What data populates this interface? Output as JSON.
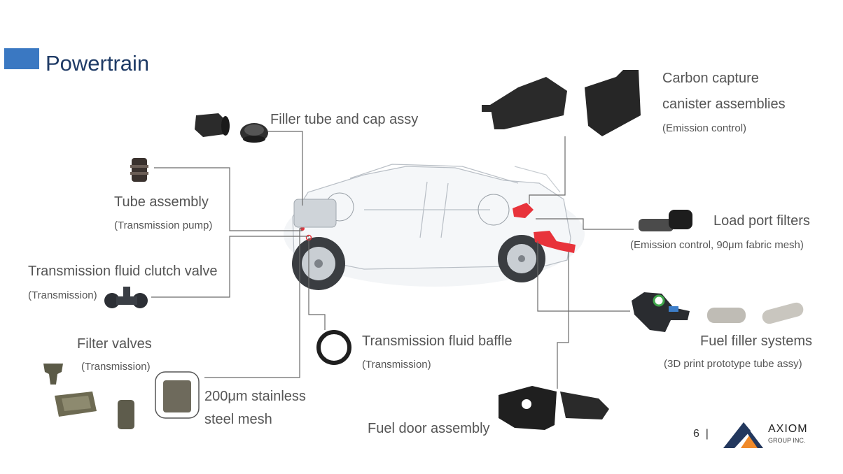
{
  "slide": {
    "title": "Powertrain",
    "page_number": "6",
    "page_separator": "|",
    "brand_name": "AXIOM",
    "brand_tagline": "GROUP INC.",
    "accent_color": "#3a78c2",
    "title_color": "#1f3b66",
    "highlight_color": "#e8333b"
  },
  "labels": {
    "filler_tube": "Filler tube and cap assy",
    "carbon_1": "Carbon capture",
    "carbon_2": "canister assemblies",
    "carbon_sub": "(Emission control)",
    "tube_assembly": "Tube assembly",
    "tube_assembly_sub": "(Transmission pump)",
    "load_port": "Load port filters",
    "load_port_sub": "(Emission control, 90μm fabric mesh)",
    "clutch_valve": "Transmission fluid clutch valve",
    "clutch_valve_sub": "(Transmission)",
    "filter_valves": "Filter valves",
    "filter_valves_sub": "(Transmission)",
    "baffle": "Transmission fluid baffle",
    "baffle_sub": "(Transmission)",
    "fuel_filler": "Fuel filler systems",
    "fuel_filler_sub": "(3D print prototype tube assy)",
    "mesh_1": "200μm stainless",
    "mesh_2": "steel mesh",
    "fuel_door": "Fuel door assembly"
  }
}
